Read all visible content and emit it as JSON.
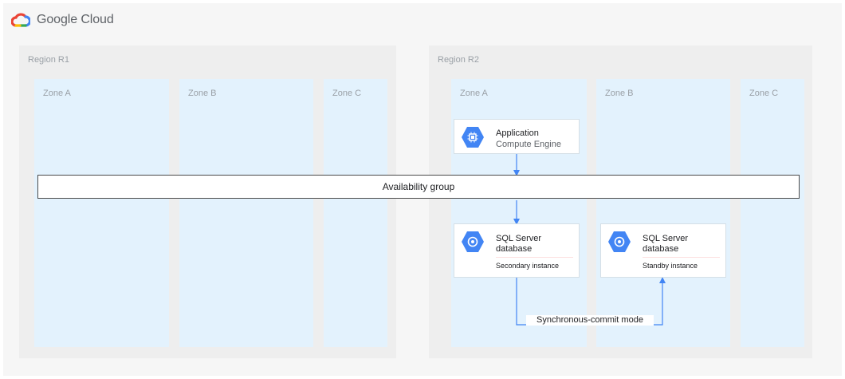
{
  "brand": {
    "name": "Google Cloud"
  },
  "regions": [
    {
      "label": "Region R1",
      "zones": [
        "Zone A",
        "Zone B",
        "Zone C"
      ]
    },
    {
      "label": "Region R2",
      "zones": [
        "Zone A",
        "Zone B",
        "Zone C"
      ]
    }
  ],
  "availability_group": {
    "label": "Availability group"
  },
  "nodes": {
    "application": {
      "title": "Application",
      "subtitle": "Compute Engine",
      "icon": "compute-engine-icon"
    },
    "secondary": {
      "title_line1": "SQL Server",
      "title_line2": "database",
      "note": "Secondary instance",
      "icon": "sql-server-icon"
    },
    "standby": {
      "title_line1": "SQL Server",
      "title_line2": "database",
      "note": "Standby instance",
      "icon": "sql-server-icon"
    }
  },
  "connections": {
    "sync_label": "Synchronous-commit mode"
  },
  "colors": {
    "accent": "#4285f4",
    "arrow": "#4285f4",
    "zone_fill": "#e3f2fd",
    "region_fill": "#eeeeee"
  }
}
